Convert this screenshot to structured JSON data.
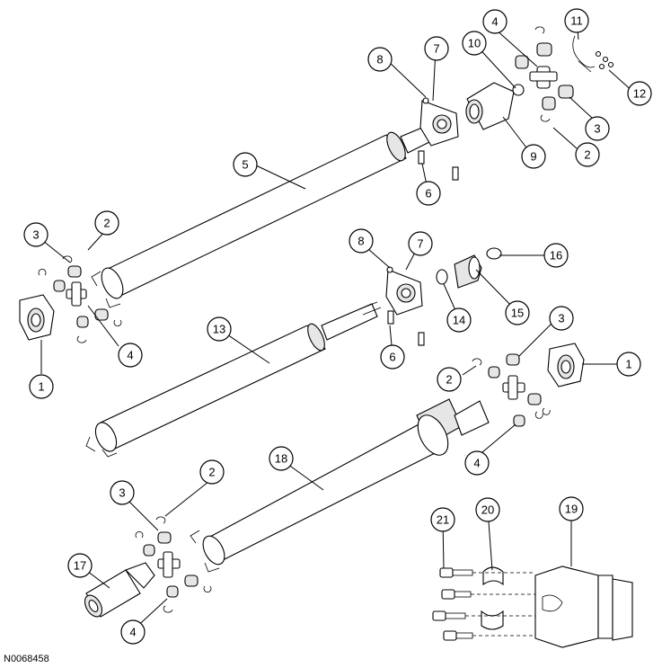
{
  "figure_id": "N0068458",
  "callouts": [
    {
      "n": "1"
    },
    {
      "n": "1"
    },
    {
      "n": "2"
    },
    {
      "n": "2"
    },
    {
      "n": "2"
    },
    {
      "n": "2"
    },
    {
      "n": "3"
    },
    {
      "n": "3"
    },
    {
      "n": "3"
    },
    {
      "n": "3"
    },
    {
      "n": "4"
    },
    {
      "n": "4"
    },
    {
      "n": "4"
    },
    {
      "n": "4"
    },
    {
      "n": "5"
    },
    {
      "n": "6"
    },
    {
      "n": "6"
    },
    {
      "n": "7"
    },
    {
      "n": "7"
    },
    {
      "n": "8"
    },
    {
      "n": "8"
    },
    {
      "n": "9"
    },
    {
      "n": "10"
    },
    {
      "n": "11"
    },
    {
      "n": "12"
    },
    {
      "n": "13"
    },
    {
      "n": "14"
    },
    {
      "n": "15"
    },
    {
      "n": "16"
    },
    {
      "n": "17"
    },
    {
      "n": "18"
    },
    {
      "n": "19"
    },
    {
      "n": "20"
    },
    {
      "n": "21"
    }
  ]
}
